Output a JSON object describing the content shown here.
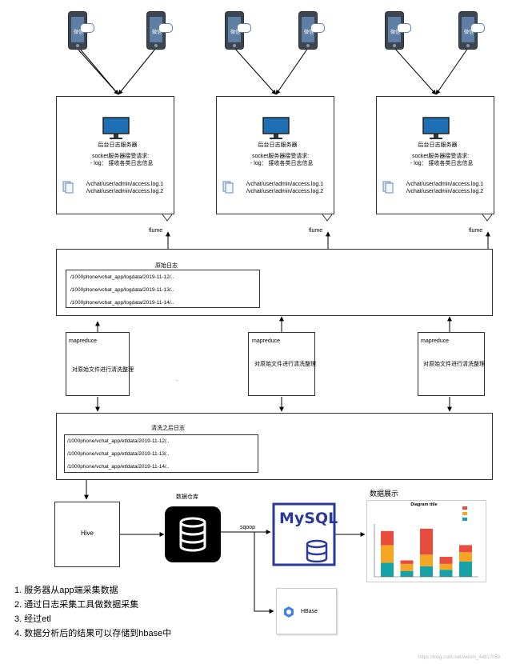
{
  "phones": {
    "label": "微信"
  },
  "server": {
    "title": "后台日志服务器",
    "line1": "socket服务器接受请求:",
    "line2": "- log： 接收各类日志信息",
    "log1": "/vchat/user/admin/access.log.1",
    "log2": "/vchat/user/admin/access.log.2"
  },
  "flume_label": "flume",
  "raw_log": {
    "title": "原始日志",
    "paths": [
      "/1000phone/vchat_app/logdata/2019-11-12/..",
      "/1000phone/vchat_app/logdata/2019-11-13/..",
      "/1000phone/vchat_app/logdata/2019-11-14/.."
    ]
  },
  "mapreduce": {
    "title": "mapreduce",
    "desc": "对原始文件进行清洗整理"
  },
  "clean_log": {
    "title": "清洗之后日志",
    "paths": [
      "/1000phone/vchat_app/etldata/2019-11-12/..",
      "/1000phone/vchat_app/etldata/2019-11-13/..",
      "/1000phone/vchat_app/etldata/2019-11-14/.."
    ]
  },
  "hive": {
    "label": "Hive"
  },
  "warehouse": {
    "label": "数据仓库"
  },
  "sqoop": {
    "label": "sqoop"
  },
  "mysql": {
    "label": "MySQL"
  },
  "hbase": {
    "label": "HBase"
  },
  "display": {
    "label": "数据展示",
    "chart_data": {
      "type": "bar",
      "title": "Diagram title",
      "categories": [
        "",
        "",
        "",
        "",
        ""
      ],
      "series": [
        {
          "values": [
            12,
            5,
            9,
            6,
            13
          ],
          "color": "#17a2a7"
        },
        {
          "values": [
            15,
            6,
            10,
            5,
            8
          ],
          "color": "#f5a623"
        },
        {
          "values": [
            12,
            3,
            22,
            6,
            6
          ],
          "color": "#e74c3c"
        }
      ],
      "ylim": [
        0,
        45
      ]
    }
  },
  "notes": [
    "1. 服务器从app端采集数据",
    "2. 通过日志采集工具做数据采集",
    "3. 经过etl",
    "4. 数据分析后的结果可以存储到hbase中"
  ],
  "watermark": "https://blog.csdn.net/weixin_44817059"
}
